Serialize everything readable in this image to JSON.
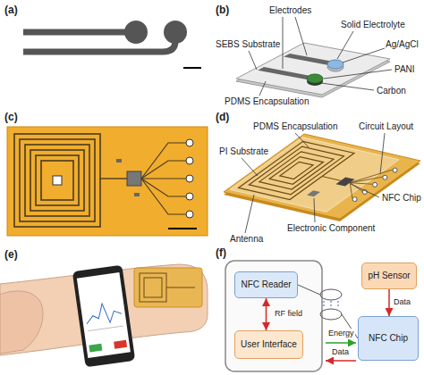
{
  "diagram": {
    "nodes": [
      {
        "text": [
          "NFC Reader"
        ]
      },
      {
        "text": [
          "pH Sensor"
        ]
      },
      {
        "text": [
          "User Interface"
        ]
      },
      {
        "text": [
          "NFC Chip"
        ]
      }
    ],
    "edges": [
      {
        "from": 0,
        "to": 2,
        "arrow": "both"
      },
      {
        "from": 1,
        "to": 3,
        "label": "Data",
        "arrow": "to"
      }
    ],
    "labels": [
      "(a)",
      "(b)",
      "Electrodes",
      "Solid Electrolyte",
      "SEBS Substrate",
      "Ag/AgCl",
      "PANI",
      "PDMS Encapsulation",
      "Carbon",
      "(c)",
      "(d)",
      "PDMS Encapsulation",
      "Circuit Layout",
      "PI Substrate",
      "NFC Chip",
      "Electronic Component",
      "Antenna",
      "(e)",
      "(f)",
      "RF field",
      "Energy",
      "Data"
    ]
  }
}
